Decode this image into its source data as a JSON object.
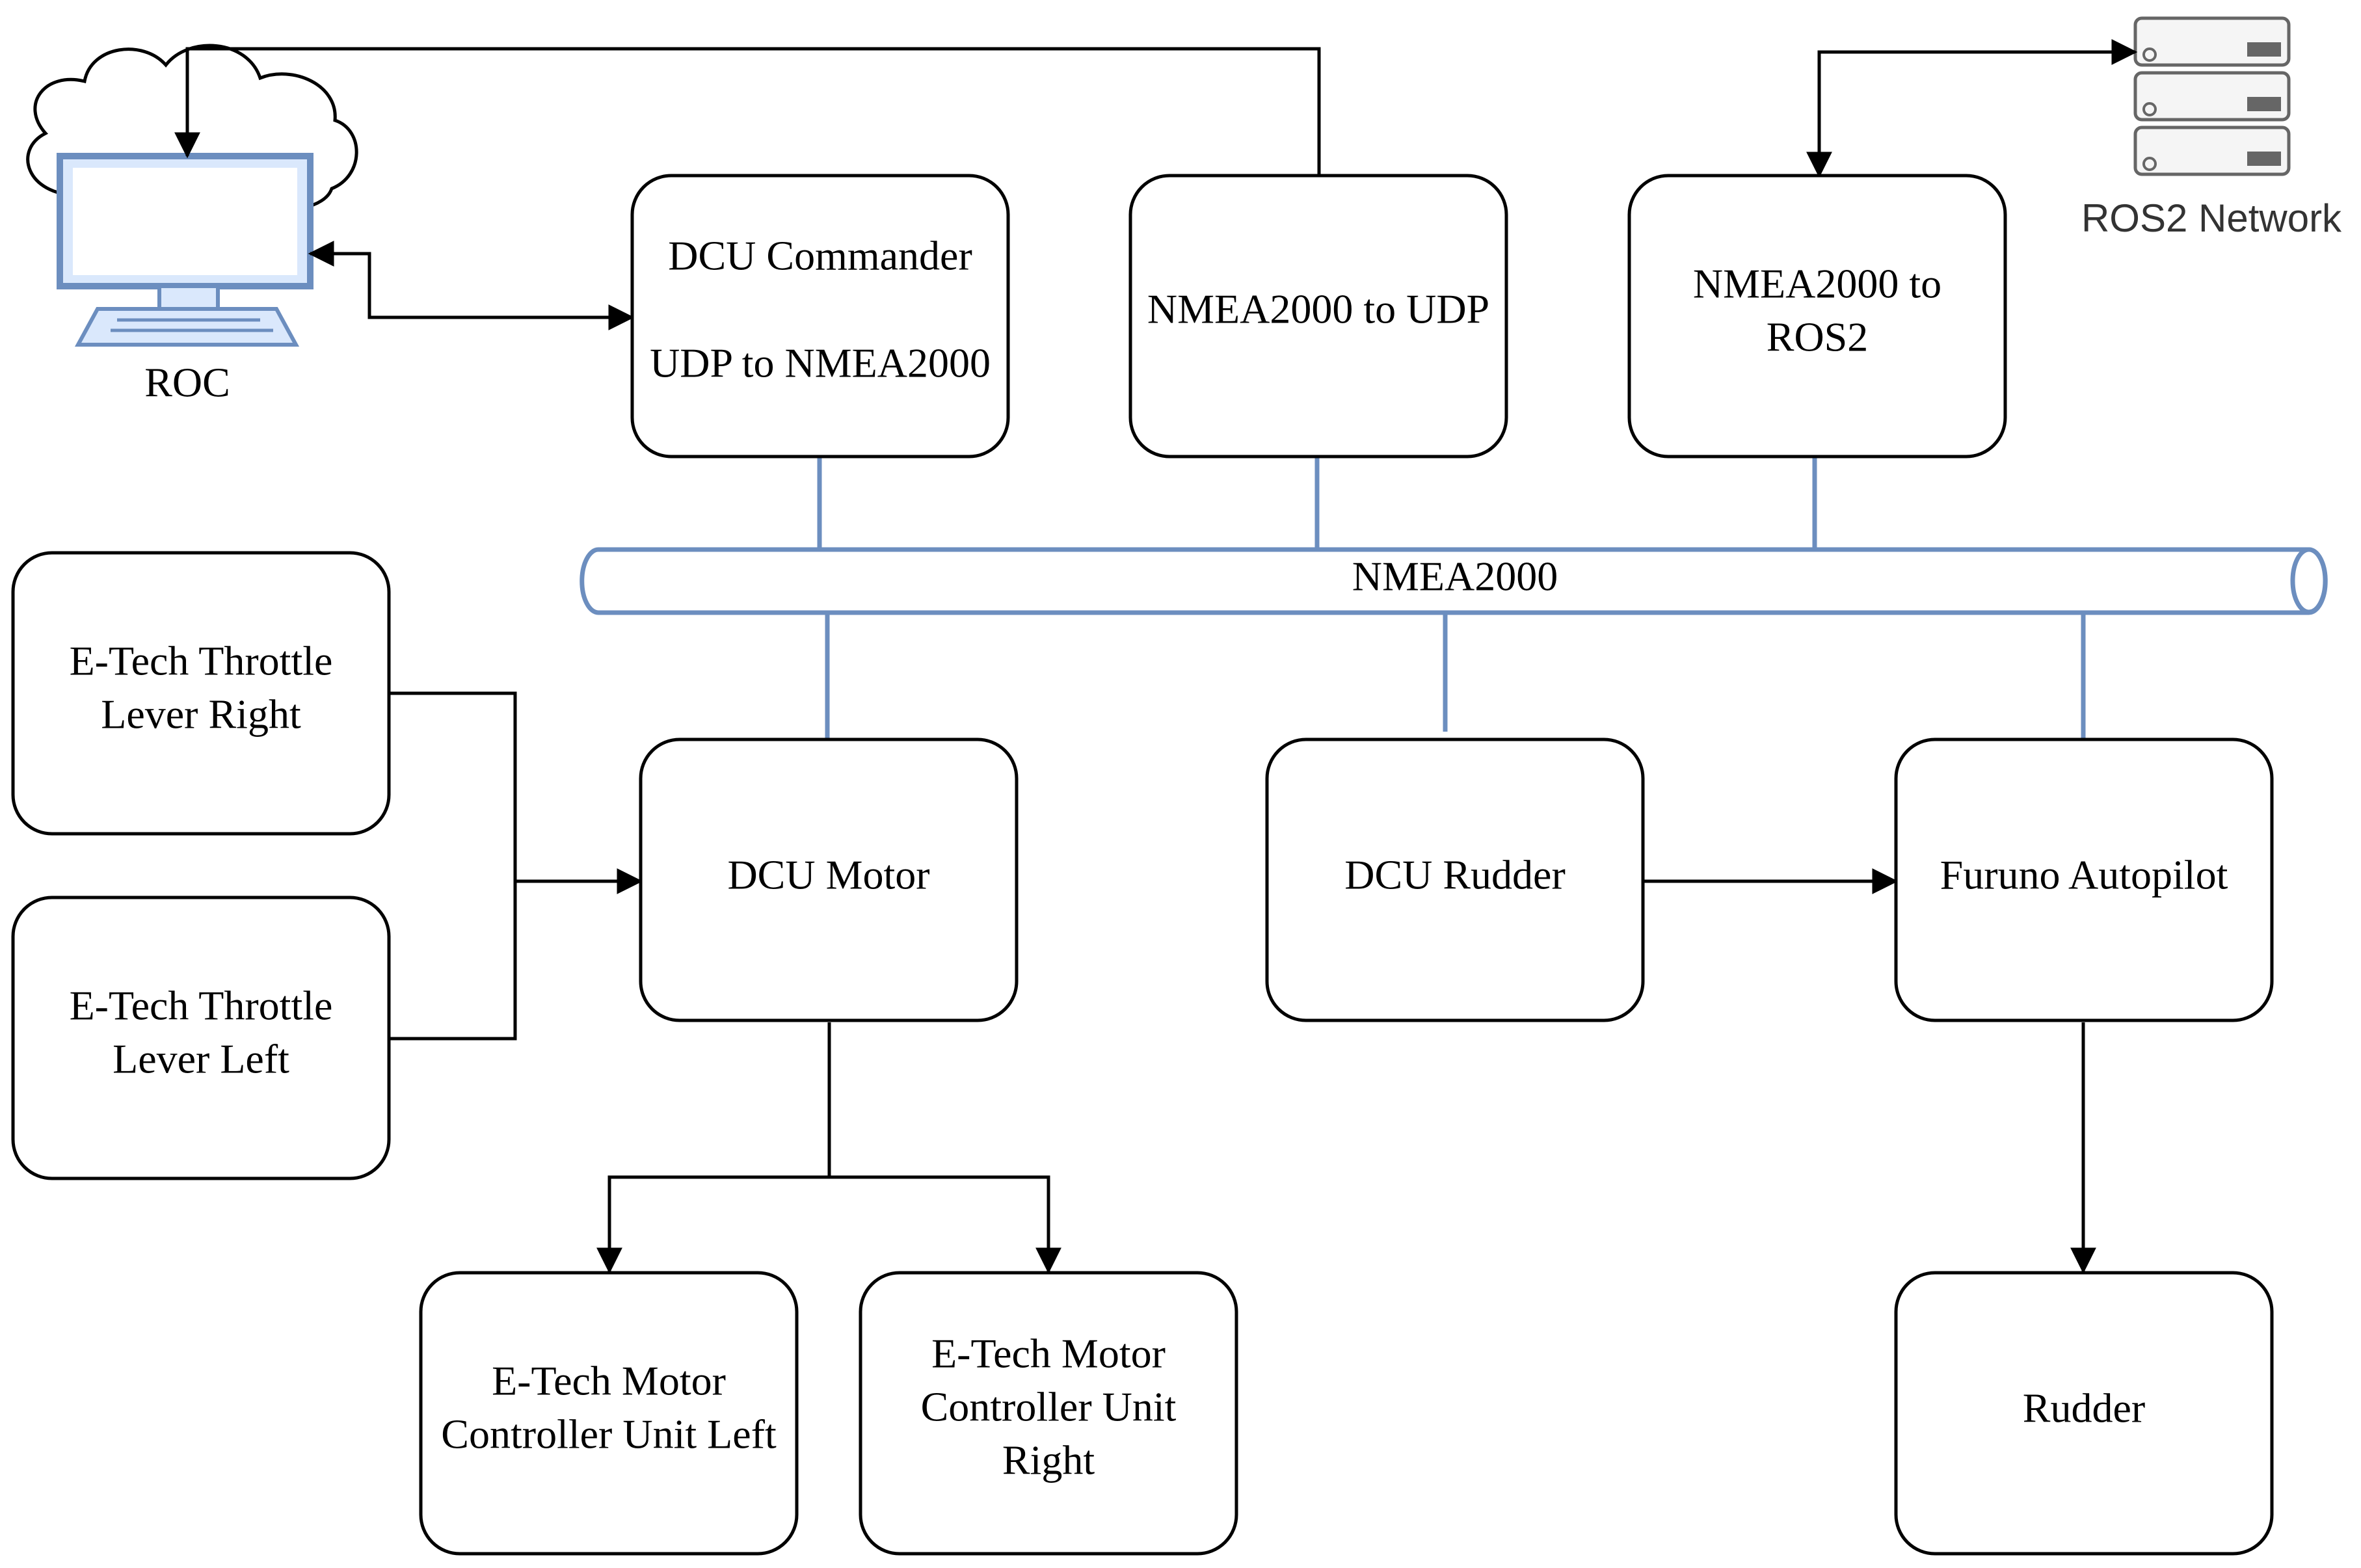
{
  "colors": {
    "bus_stroke": "#6c8ebf",
    "bus_fill": "#ffffff",
    "box_stroke": "#000000",
    "icon_fill": "#dae8fc",
    "server_stroke": "#666666"
  },
  "icons": {
    "roc": "desktop-computer-icon",
    "ros2": "server-rack-icon"
  },
  "roc": {
    "label": "ROC"
  },
  "ros2": {
    "label": "ROS2 Network"
  },
  "bus": {
    "label": "NMEA2000"
  },
  "nodes": {
    "dcu_commander": {
      "lines": [
        "DCU Commander",
        "UDP to NMEA2000"
      ]
    },
    "nmea_to_udp": {
      "lines": [
        "NMEA2000 to UDP"
      ]
    },
    "nmea_to_ros2": {
      "lines": [
        "NMEA2000 to",
        "ROS2"
      ]
    },
    "throttle_right": {
      "lines": [
        "E-Tech Throttle",
        "Lever Right"
      ]
    },
    "throttle_left": {
      "lines": [
        "E-Tech Throttle",
        "Lever Left"
      ]
    },
    "dcu_motor": {
      "lines": [
        "DCU Motor"
      ]
    },
    "dcu_rudder": {
      "lines": [
        "DCU Rudder"
      ]
    },
    "furuno": {
      "lines": [
        "Furuno Autopilot"
      ]
    },
    "motor_left": {
      "lines": [
        "E-Tech Motor",
        "Controller Unit Left"
      ]
    },
    "motor_right": {
      "lines": [
        "E-Tech Motor",
        "Controller Unit",
        "Right"
      ]
    },
    "rudder": {
      "lines": [
        "Rudder"
      ]
    }
  }
}
